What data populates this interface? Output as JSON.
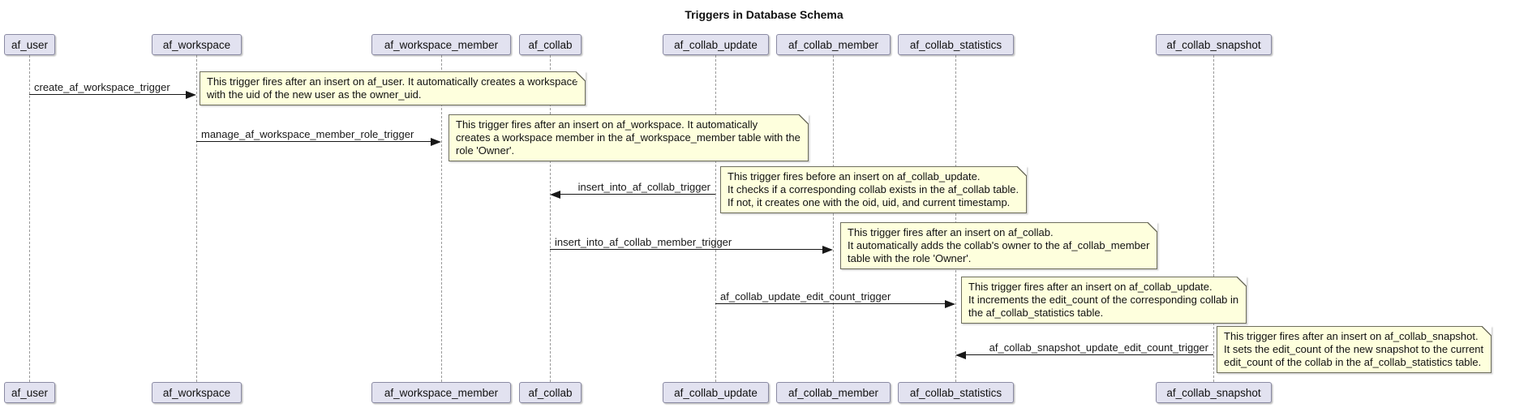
{
  "title": "Triggers in Database Schema",
  "colors": {
    "participant_fill": "#E2E2F0",
    "participant_border": "#8a8aa3",
    "note_fill": "#FEFFDD",
    "note_border": "#6e6e5e",
    "arrow_color": "#181818",
    "lifeline_color": "#9a9a9a",
    "background": "#ffffff"
  },
  "participants": [
    {
      "label": "af_user"
    },
    {
      "label": "af_workspace"
    },
    {
      "label": "af_workspace_member"
    },
    {
      "label": "af_collab"
    },
    {
      "label": "af_collab_update"
    },
    {
      "label": "af_collab_member"
    },
    {
      "label": "af_collab_statistics"
    },
    {
      "label": "af_collab_snapshot"
    }
  ],
  "messages": [
    {
      "label": "create_af_workspace_trigger",
      "from": "af_user",
      "to": "af_workspace",
      "direction": "right",
      "note": "This trigger fires after an insert on af_user. It automatically creates a workspace\nwith the uid of the new user as the owner_uid."
    },
    {
      "label": "manage_af_workspace_member_role_trigger",
      "from": "af_workspace",
      "to": "af_workspace_member",
      "direction": "right",
      "note": "This trigger fires after an insert on af_workspace. It automatically\ncreates a workspace member in the af_workspace_member table with the\nrole 'Owner'."
    },
    {
      "label": "insert_into_af_collab_trigger",
      "from": "af_collab_update",
      "to": "af_collab",
      "direction": "left",
      "note": "This trigger fires before an insert on af_collab_update.\nIt checks if a corresponding collab exists in the af_collab table.\nIf not, it creates one with the oid, uid, and current timestamp."
    },
    {
      "label": "insert_into_af_collab_member_trigger",
      "from": "af_collab",
      "to": "af_collab_member",
      "direction": "right",
      "note": "This trigger fires after an insert on af_collab.\nIt automatically adds the collab's owner to the af_collab_member\ntable with the role 'Owner'."
    },
    {
      "label": "af_collab_update_edit_count_trigger",
      "from": "af_collab_update",
      "to": "af_collab_statistics",
      "direction": "right",
      "note": "This trigger fires after an insert on af_collab_update.\nIt increments the edit_count of the corresponding collab in\nthe af_collab_statistics table."
    },
    {
      "label": "af_collab_snapshot_update_edit_count_trigger",
      "from": "af_collab_snapshot",
      "to": "af_collab_statistics",
      "direction": "left",
      "note": "This trigger fires after an insert on af_collab_snapshot.\nIt sets the edit_count of the new snapshot to the current\nedit_count of the collab in the af_collab_statistics table."
    }
  ]
}
